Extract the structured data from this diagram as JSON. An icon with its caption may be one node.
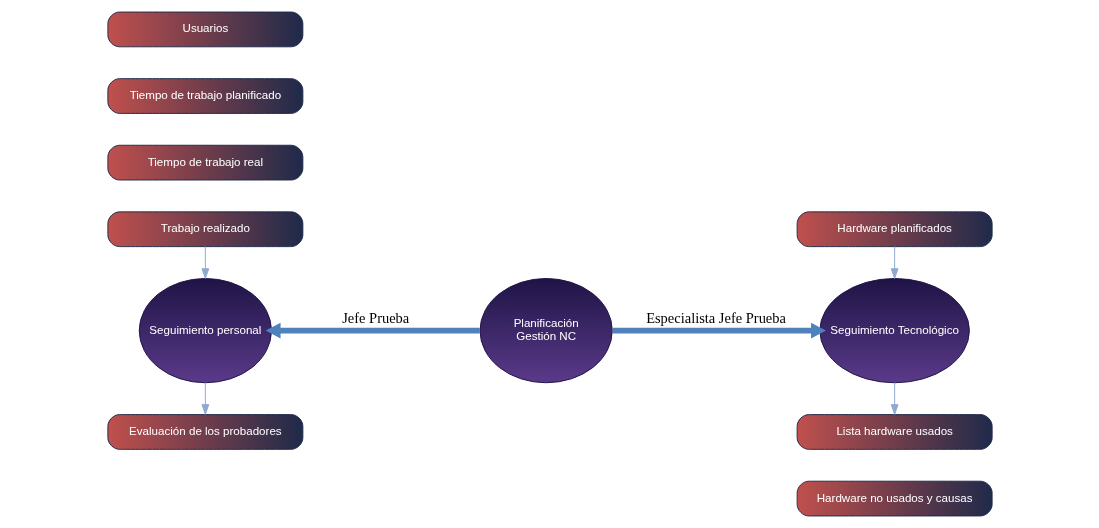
{
  "diagram": {
    "nodes": [
      {
        "text": [
          "Usuarios"
        ]
      },
      {
        "text": [
          "Tiempo de trabajo planificado"
        ]
      },
      {
        "text": [
          "Tiempo de trabajo real"
        ]
      },
      {
        "text": [
          "Trabajo realizado"
        ]
      },
      {
        "text": [
          "Seguimiento personal"
        ]
      },
      {
        "text": [
          "Evaluación de los probadores"
        ]
      },
      {
        "text": [
          "Planificación",
          "Gestión NC"
        ]
      },
      {
        "text": [
          "Hardware planificados"
        ]
      },
      {
        "text": [
          "Seguimiento Tecnológico"
        ]
      },
      {
        "text": [
          "Lista hardware usados"
        ]
      },
      {
        "text": [
          "Hardware no usados y causas"
        ]
      }
    ],
    "edges": [
      {
        "from": 3,
        "to": 4,
        "arrow": "to"
      },
      {
        "from": 4,
        "to": 5,
        "arrow": "to"
      },
      {
        "from": 6,
        "to": 4,
        "arrow": "to",
        "label": "Jefe Prueba",
        "style": "thick",
        "color": "#4f81bd"
      },
      {
        "from": 6,
        "to": 8,
        "arrow": "to",
        "label": "Especialista Jefe Prueba",
        "style": "thick",
        "color": "#4f81bd"
      },
      {
        "from": 7,
        "to": 8,
        "arrow": "to"
      },
      {
        "from": 8,
        "to": 9,
        "arrow": "to"
      }
    ]
  }
}
